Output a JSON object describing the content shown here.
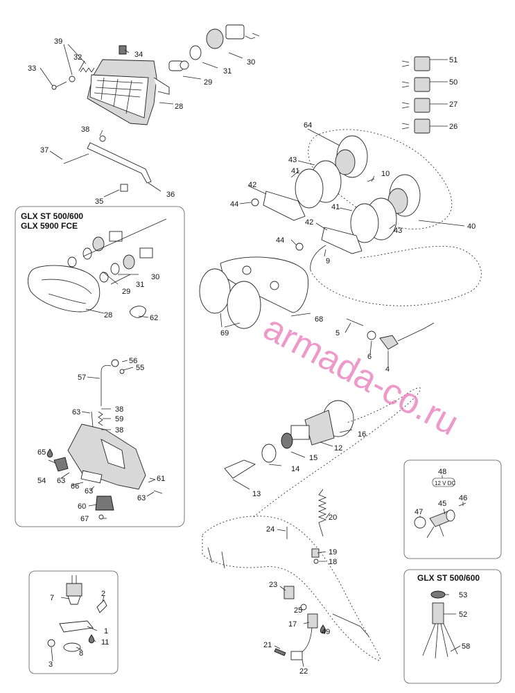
{
  "insets": {
    "left_title_1": "GLX ST 500/600",
    "left_title_2": "GLX 5900 FCE",
    "right_bottom_title": "GLX ST 500/600",
    "voltage_label": "12 V DC"
  },
  "watermark": "armada-co.ru",
  "labels": {
    "l1": "1",
    "l2": "2",
    "l3": "3",
    "l4": "4",
    "l5": "5",
    "l6": "6",
    "l7": "7",
    "l8": "8",
    "l9": "9",
    "l10": "10",
    "l11": "11",
    "l12": "12",
    "l13": "13",
    "l14": "14",
    "l15": "15",
    "l16": "16",
    "l17": "17",
    "l18": "18",
    "l19": "19",
    "l20": "20",
    "l21": "21",
    "l22": "22",
    "l23": "23",
    "l24": "24",
    "l25": "25",
    "l26": "26",
    "l27": "27",
    "l28": "28",
    "l28b": "28",
    "l29": "29",
    "l29b": "29",
    "l30": "30",
    "l30b": "30",
    "l31": "31",
    "l31b": "31",
    "l32": "32",
    "l33": "33",
    "l34": "34",
    "l35": "35",
    "l36": "36",
    "l37": "37",
    "l38": "38",
    "l38b": "38",
    "l38c": "38",
    "l39": "39",
    "l40": "40",
    "l41": "41",
    "l41b": "41",
    "l42": "42",
    "l42b": "42",
    "l43": "43",
    "l43b": "43",
    "l44": "44",
    "l44b": "44",
    "l45": "45",
    "l46": "46",
    "l47": "47",
    "l48": "48",
    "l49": "49",
    "l50": "50",
    "l51": "51",
    "l52": "52",
    "l53": "53",
    "l54": "54",
    "l55": "55",
    "l56": "56",
    "l57": "57",
    "l58": "58",
    "l59": "59",
    "l60": "60",
    "l61": "61",
    "l62": "62",
    "l63": "63",
    "l63b": "63",
    "l63c": "63",
    "l63d": "63",
    "l64": "64",
    "l65": "65",
    "l66": "66",
    "l67": "67",
    "l68": "68",
    "l69": "69"
  }
}
